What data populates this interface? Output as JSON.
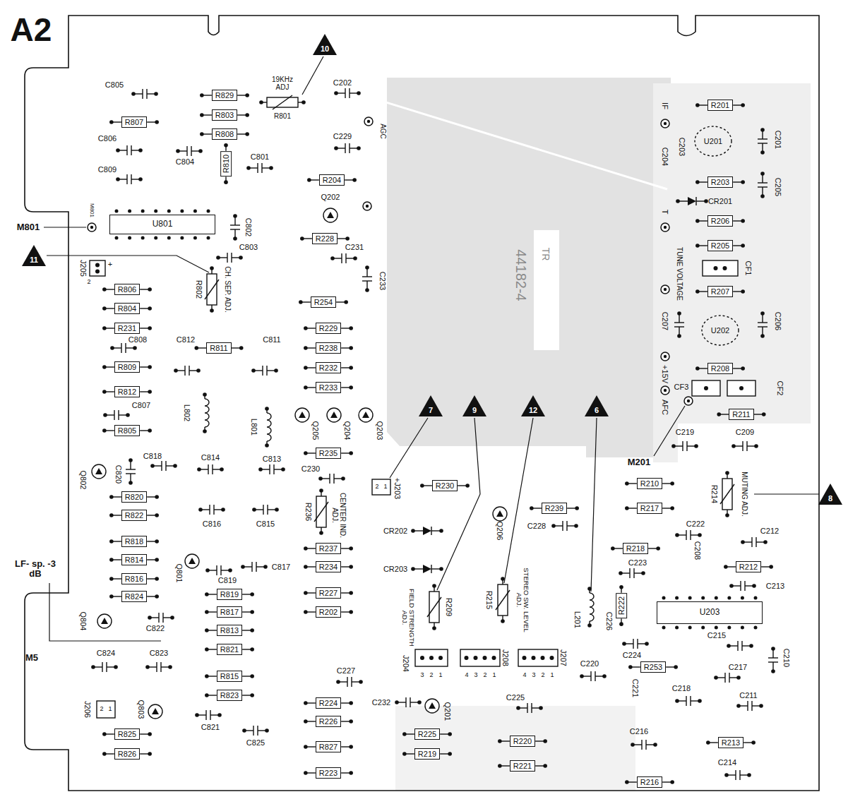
{
  "diagram": {
    "nodes": [
      {
        "text": [
          "10"
        ]
      },
      {
        "text": [
          "R829"
        ]
      },
      {
        "text": [
          "R807"
        ]
      },
      {
        "text": [
          "R803"
        ]
      },
      {
        "text": [
          "R808"
        ]
      },
      {
        "text": [
          "R810"
        ]
      },
      {
        "text": [
          "R204"
        ]
      },
      {
        "text": [
          "R201"
        ]
      },
      {
        "text": [
          "U201"
        ]
      },
      {
        "text": [
          "R203"
        ]
      },
      {
        "text": [
          "U801"
        ]
      },
      {
        "text": [
          "R228"
        ]
      },
      {
        "text": [
          "R206"
        ]
      },
      {
        "text": [
          "R205"
        ]
      },
      {
        "text": [
          "11"
        ]
      },
      {
        "text": [
          "R806"
        ]
      },
      {
        "text": [
          "R207"
        ]
      },
      {
        "text": [
          "R254"
        ]
      },
      {
        "text": [
          "R804"
        ]
      },
      {
        "text": [
          "R231"
        ]
      },
      {
        "text": [
          "R229"
        ]
      },
      {
        "text": [
          "U202"
        ]
      },
      {
        "text": [
          "R811"
        ]
      },
      {
        "text": [
          "R238"
        ]
      },
      {
        "text": [
          "R809"
        ]
      },
      {
        "text": [
          "R232"
        ]
      },
      {
        "text": [
          "R208"
        ]
      },
      {
        "text": [
          "R233"
        ]
      },
      {
        "text": [
          "R812"
        ]
      },
      {
        "text": [
          "7"
        ]
      },
      {
        "text": [
          "9"
        ]
      },
      {
        "text": [
          "12"
        ]
      },
      {
        "text": [
          "6"
        ]
      },
      {
        "text": [
          "R211"
        ]
      },
      {
        "text": [
          "R805"
        ]
      },
      {
        "text": [
          "R235"
        ]
      },
      {
        "text": [
          "R230"
        ]
      },
      {
        "text": [
          "R210"
        ]
      },
      {
        "text": [
          "8"
        ]
      },
      {
        "text": [
          "R820"
        ]
      },
      {
        "text": [
          "R239"
        ]
      },
      {
        "text": [
          "R217"
        ]
      },
      {
        "text": [
          "R822"
        ]
      },
      {
        "text": [
          "R818"
        ]
      },
      {
        "text": [
          "R237"
        ]
      },
      {
        "text": [
          "R218"
        ]
      },
      {
        "text": [
          "R814"
        ]
      },
      {
        "text": [
          "R234"
        ]
      },
      {
        "text": [
          "R212"
        ]
      },
      {
        "text": [
          "R816"
        ]
      },
      {
        "text": [
          "R819"
        ]
      },
      {
        "text": [
          "R227"
        ]
      },
      {
        "text": [
          "R824"
        ]
      },
      {
        "text": [
          "R222"
        ]
      },
      {
        "text": [
          "U203"
        ]
      },
      {
        "text": [
          "R817"
        ]
      },
      {
        "text": [
          "R202"
        ]
      },
      {
        "text": [
          "R813"
        ]
      },
      {
        "text": [
          "R821"
        ]
      },
      {
        "text": [
          "R253"
        ]
      },
      {
        "text": [
          "R815"
        ]
      },
      {
        "text": [
          "R823"
        ]
      },
      {
        "text": [
          "R224"
        ]
      },
      {
        "text": [
          "R226"
        ]
      },
      {
        "text": [
          "R225"
        ]
      },
      {
        "text": [
          "R825"
        ]
      },
      {
        "text": [
          "R220"
        ]
      },
      {
        "text": [
          "R213"
        ]
      },
      {
        "text": [
          "R827"
        ]
      },
      {
        "text": [
          "R219"
        ]
      },
      {
        "text": [
          "R826"
        ]
      },
      {
        "text": [
          "R221"
        ]
      },
      {
        "text": [
          "R223"
        ]
      },
      {
        "text": [
          "R216"
        ]
      }
    ],
    "labels": [
      "A2",
      "M801",
      "M801",
      "LF- sp. -3 dB",
      "M5",
      "M201",
      "19KHz ADJ",
      "R801",
      "C805",
      "C806",
      "C809",
      "C804",
      "C801",
      "C202",
      "C229",
      "AGC",
      "Q202",
      "C802",
      "C803",
      "C231",
      "C233",
      "J205",
      "+",
      "2",
      "R802",
      "CH. SEP. ADJ.",
      "C808",
      "C812",
      "C811",
      "C807",
      "L802",
      "L801",
      "Q205",
      "Q204",
      "Q203",
      "Q802",
      "C820",
      "C818",
      "C814",
      "C813",
      "C230",
      "C816",
      "C815",
      "R236",
      "CENTER IND. ADJ.",
      "+J203",
      "2",
      "1",
      "Q801",
      "C817",
      "C819",
      "Q804",
      "C822",
      "C824",
      "C823",
      "J206",
      "2",
      "1",
      "Q803",
      "C821",
      "C825",
      "C227",
      "CR202",
      "CR203",
      "Q206",
      "C228",
      "FIELD STRENGTH ADJ.",
      "R209",
      "R215",
      "STEREO SW. LEVEL ADJ.",
      "J204",
      "3",
      "2",
      "1",
      "J208",
      "4",
      "3",
      "2",
      "1",
      "J207",
      "4",
      "3",
      "2",
      "1",
      "L201",
      "C232",
      "Q201",
      "C225",
      "C220",
      "C221",
      "C218",
      "C216",
      "C214",
      "C211",
      "C217",
      "C215",
      "C210",
      "C224",
      "C226",
      "C223",
      "C208",
      "C212",
      "C213",
      "C222",
      "R214",
      "MUTING ADJ.",
      "C219",
      "C209",
      "AFC",
      "+15V",
      "CF3",
      "CF2",
      "CF1",
      "C207",
      "C206",
      "TUNE VOLTAGE",
      "T",
      "CR201",
      "IF",
      "C204",
      "C203",
      "C201",
      "C205",
      "TR",
      "44182-4"
    ]
  }
}
